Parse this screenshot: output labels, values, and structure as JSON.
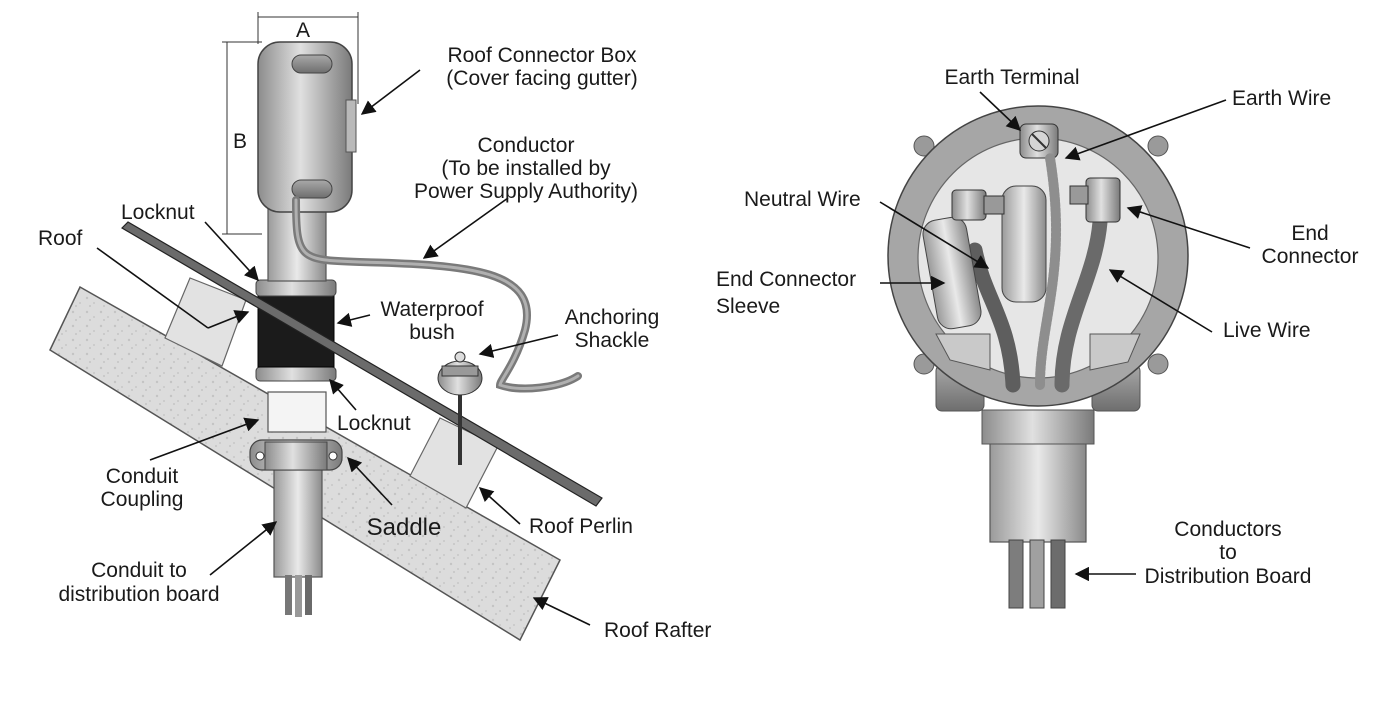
{
  "left_diagram": {
    "dimensions": {
      "width_label": "A",
      "height_label": "B"
    },
    "labels": {
      "roof_connector_box_line1": "Roof Connector Box",
      "roof_connector_box_line2": "(Cover facing gutter)",
      "conductor_line1": "Conductor",
      "conductor_line2": "(To be installed by",
      "conductor_line3": "Power Supply Authority)",
      "locknut_top": "Locknut",
      "roof": "Roof",
      "waterproof_bush_line1": "Waterproof",
      "waterproof_bush_line2": "bush",
      "anchoring_shackle_line1": "Anchoring",
      "anchoring_shackle_line2": "Shackle",
      "locknut_bottom": "Locknut",
      "conduit_coupling_line1": "Conduit",
      "conduit_coupling_line2": "Coupling",
      "saddle": "Saddle",
      "roof_perlin": "Roof Perlin",
      "conduit_line1": "Conduit to",
      "conduit_line2": "distribution board",
      "roof_rafter": "Roof Rafter"
    }
  },
  "right_diagram": {
    "labels": {
      "earth_terminal": "Earth Terminal",
      "earth_wire": "Earth Wire",
      "neutral_wire": "Neutral Wire",
      "end_connector_line1": "End",
      "end_connector_line2": "Connector",
      "end_connector_sleeve_line1": "End Connector",
      "end_connector_sleeve_line2": "Sleeve",
      "live_wire": "Live Wire",
      "conductors_line1": "Conductors",
      "conductors_line2": "to",
      "conductors_line3": "Distribution Board"
    }
  }
}
